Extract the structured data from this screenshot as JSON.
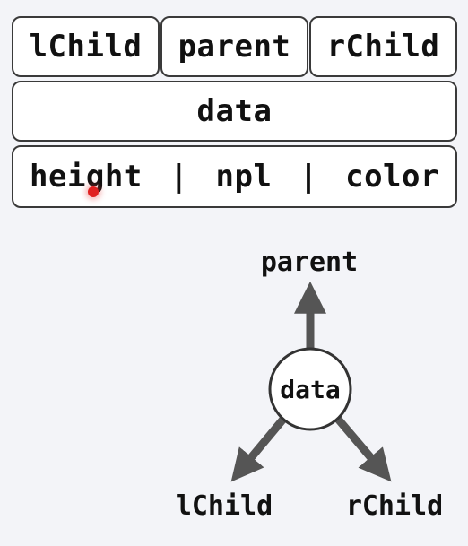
{
  "struct": {
    "lchild": "lChild",
    "parent": "parent",
    "rchild": "rChild",
    "data": "data",
    "height": "height",
    "sep1": "|",
    "npl": "npl",
    "sep2": "|",
    "color": "color"
  },
  "diagram": {
    "parent": "parent",
    "data": "data",
    "lchild": "lChild",
    "rchild": "rChild"
  },
  "colors": {
    "background": "#f3f4f8",
    "border": "#3a3a3a",
    "arrow": "#555555",
    "cursor": "#e02020"
  }
}
